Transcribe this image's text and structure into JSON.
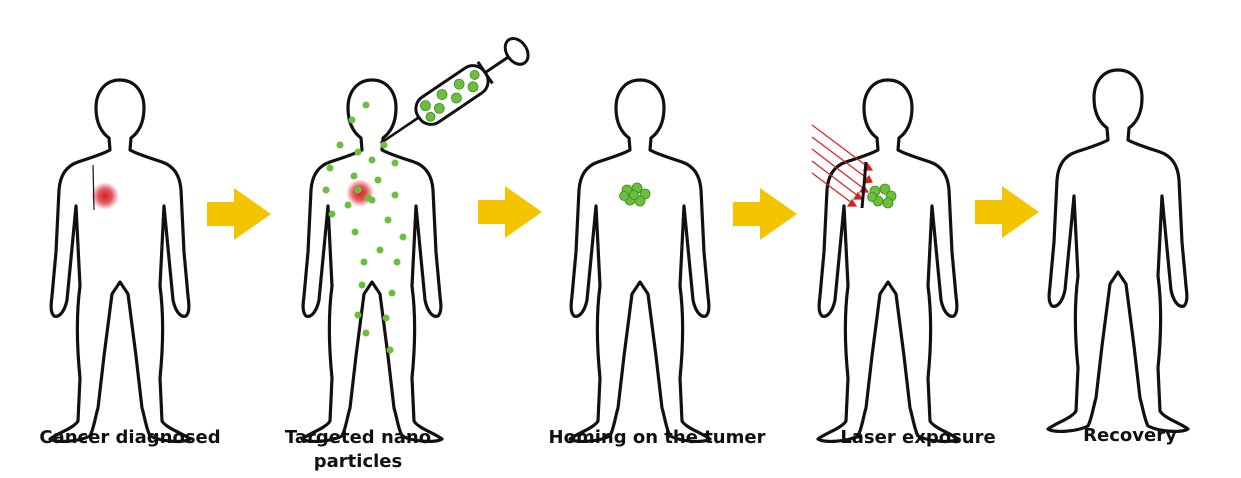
{
  "steps": [
    {
      "label": "Cancer diagnosed"
    },
    {
      "label": "Targeted nano particles"
    },
    {
      "label": "Homing on the tumer"
    },
    {
      "label": "Laser exposure"
    },
    {
      "label": "Recovery"
    }
  ],
  "colors": {
    "outline": "#111111",
    "arrow": "#f5c400",
    "tumor": "#d8202a",
    "nanoparticle": "#6cbf3c",
    "laser": "#d82020"
  },
  "icons": [
    "human-body-icon",
    "tumor-icon",
    "syringe-icon",
    "nanoparticle-icon",
    "laser-beam-icon",
    "process-arrow-icon"
  ]
}
